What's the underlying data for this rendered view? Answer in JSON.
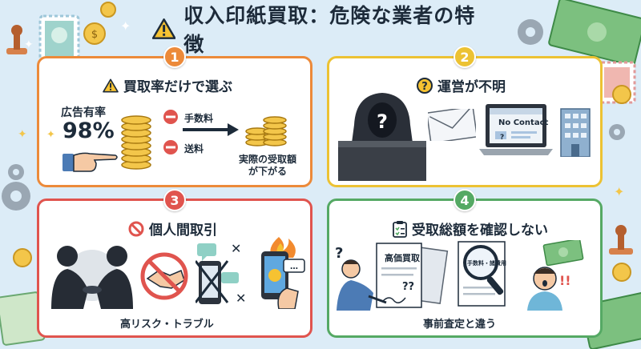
{
  "title": "収入印紙買取：危険な業者の特徴",
  "colors": {
    "background": "#dcecf7",
    "panel1": "#ec8a3a",
    "panel2": "#ecc233",
    "panel3": "#e0544e",
    "panel4": "#55a964"
  },
  "panels": [
    {
      "number": "1",
      "title": "買取率だけで選ぶ",
      "icon": "warning-icon",
      "ad_label": "広告有率",
      "ad_rate": "98%",
      "deductions": [
        "手数料",
        "送料"
      ],
      "result_line1": "実際の受取額",
      "result_line2": "が下がる"
    },
    {
      "number": "2",
      "title": "運営が不明",
      "icon": "question-icon",
      "screen_text": "No Contact"
    },
    {
      "number": "3",
      "title": "個人間取引",
      "icon": "prohibited-icon",
      "caption": "高リスク・トラブル"
    },
    {
      "number": "4",
      "title": "受取総額を確認しない",
      "icon": "checklist-icon",
      "doc_title": "高価買取",
      "doc_small": "手数料・諸費用",
      "caption": "事前査定と違う"
    }
  ]
}
